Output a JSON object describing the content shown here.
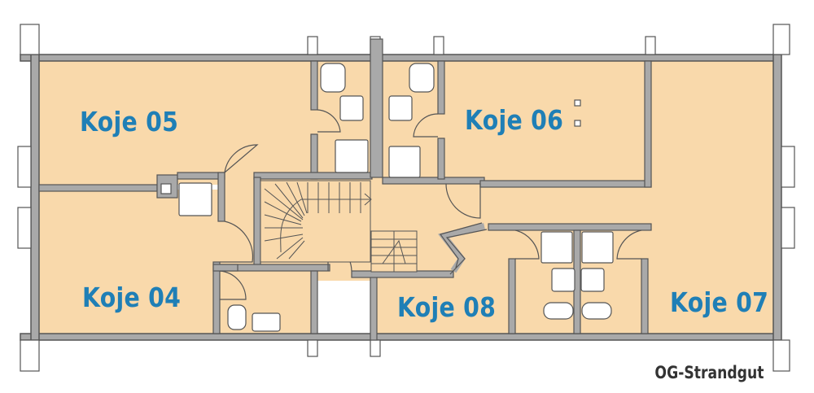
{
  "plan": {
    "caption": "OG-Strandgut",
    "rooms": [
      {
        "id": "koje-05",
        "label": "Koje 05"
      },
      {
        "id": "koje-06",
        "label": "Koje 06"
      },
      {
        "id": "koje-04",
        "label": "Koje 04"
      },
      {
        "id": "koje-08",
        "label": "Koje 08"
      },
      {
        "id": "koje-07",
        "label": "Koje 07"
      }
    ]
  },
  "colors": {
    "floor": "#f9d9ab",
    "wall_fill": "#a9a9a9",
    "wall_outline": "#555555",
    "label": "#1f7fb6",
    "caption": "#333333"
  }
}
